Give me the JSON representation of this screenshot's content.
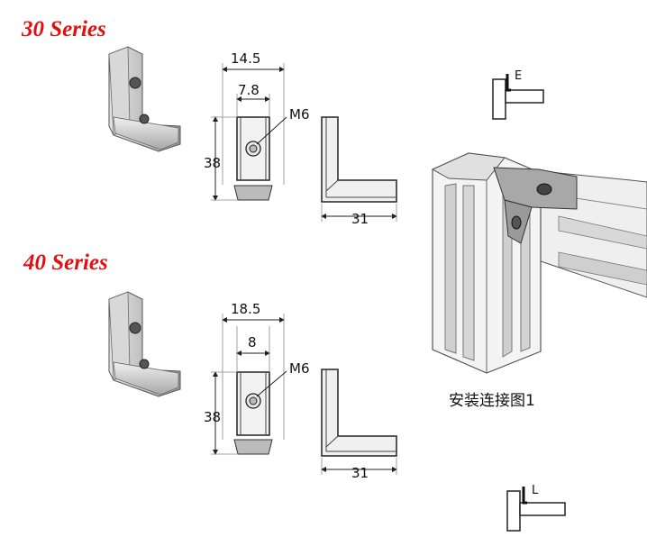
{
  "series_30": {
    "title": "30 Series",
    "dims": {
      "width_outer": "14.5",
      "width_inner": "7.8",
      "height": "38",
      "bolt": "M6",
      "leg": "31"
    }
  },
  "series_40": {
    "title": "40 Series",
    "dims": {
      "width_outer": "18.5",
      "width_inner": "8",
      "height": "38",
      "bolt": "M6",
      "leg": "31"
    }
  },
  "install": {
    "caption": "安装连接图1",
    "detail_e": "E",
    "detail_l": "L"
  },
  "colors": {
    "title_red": "#e01010",
    "metal": "#b8b8b8",
    "line": "#222222"
  }
}
